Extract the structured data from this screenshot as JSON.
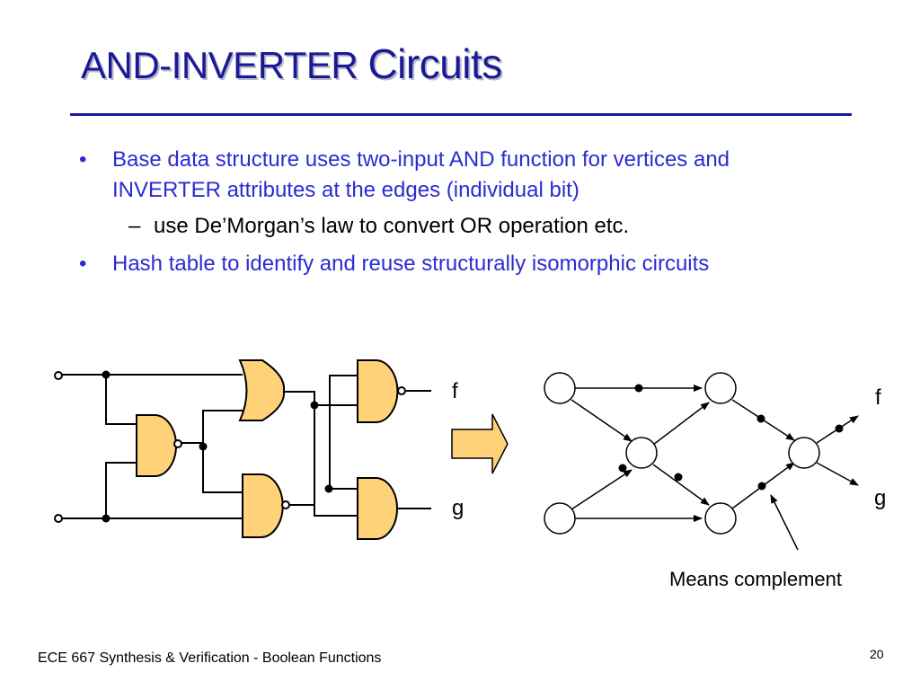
{
  "slide": {
    "title_part1": "AND-INVERTER ",
    "title_part2": "Circuits",
    "bullets": [
      {
        "marker": "•",
        "text": "Base data structure uses two-input AND function for vertices and INVERTER attributes at the edges (individual bit)"
      },
      {
        "marker": "–",
        "text": "use De’Morgan’s law to convert OR operation etc."
      },
      {
        "marker": "•",
        "text": "Hash table to identify and reuse structurally isomorphic circuits"
      }
    ],
    "footer": "ECE 667 Synthesis & Verification - Boolean Functions",
    "page_number": "20"
  },
  "diagram": {
    "circuit_output_f": "f",
    "circuit_output_g": "g",
    "graph_output_f": "f",
    "graph_output_g": "g",
    "complement_note": "Means complement",
    "gate_color": "#ffd27a",
    "title_color": "#1a1a99",
    "bullet_color": "#2b2bd4"
  }
}
